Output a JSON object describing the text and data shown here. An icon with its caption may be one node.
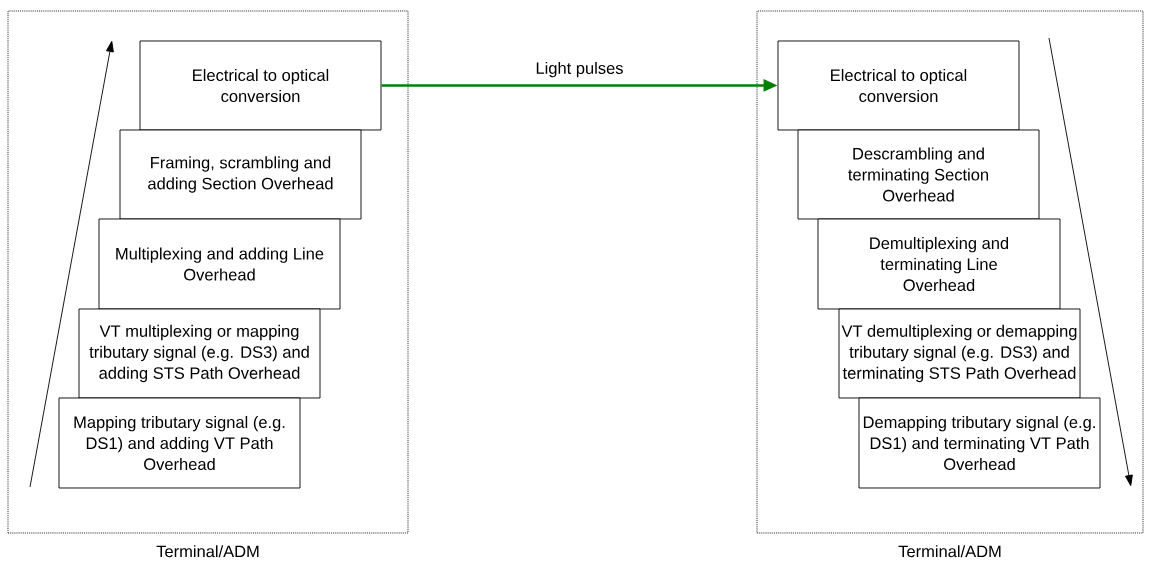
{
  "diagram": {
    "nodes": [
      {
        "text": [
          "Terminal/ADM"
        ]
      },
      {
        "text": [
          "Electrical to optical conversion"
        ],
        "in": 0
      },
      {
        "text": [
          "Framing, scrambling and adding Section Overhead"
        ],
        "in": 0
      },
      {
        "text": [
          "Multiplexing and adding Line Overhead"
        ],
        "in": 0
      },
      {
        "text": [
          "VT multiplexing or mapping tributary signal (e.g. DS3) and adding STS Path Overhead"
        ],
        "in": 0
      },
      {
        "text": [
          "Mapping tributary signal (e.g. DS1) and adding VT Path Overhead"
        ],
        "in": 0
      },
      {
        "text": [
          "Terminal/ADM"
        ]
      },
      {
        "text": [
          "Electrical to optical conversion"
        ],
        "in": 6
      },
      {
        "text": [
          "Descrambling and terminating Section Overhead"
        ],
        "in": 6
      },
      {
        "text": [
          "Demultiplexing and terminating Line Overhead"
        ],
        "in": 6
      },
      {
        "text": [
          "VT demultiplexing or demapping tributary signal (e.g. DS3) and terminating STS Path Overhead"
        ],
        "in": 6
      },
      {
        "text": [
          "Demapping tributary signal (e.g. DS1) and terminating VT Path Overhead"
        ],
        "in": 6
      }
    ],
    "edges": [
      {
        "from": 1,
        "to": 7,
        "arrow": "to",
        "label": "Light pulses",
        "color": "#008000"
      }
    ]
  }
}
